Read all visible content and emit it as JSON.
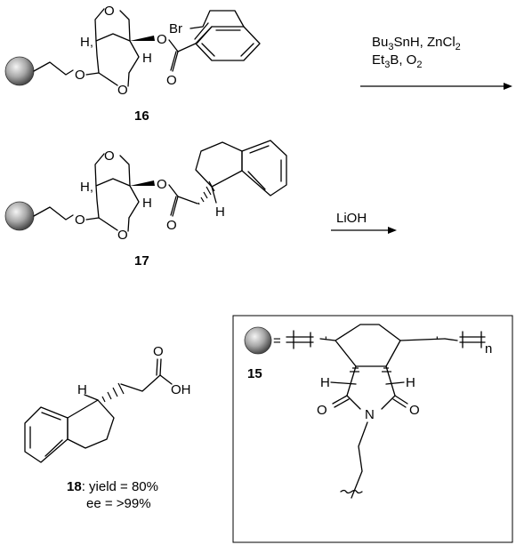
{
  "scheme": {
    "compound_16": {
      "number": "16",
      "atoms": {
        "br": "Br",
        "o_ring_top": "O",
        "o_ring_bottom": "O",
        "o_ether": "O",
        "o_ester": "O",
        "o_carbonyl": "O",
        "h_top": "H",
        "h_bottom": "H"
      }
    },
    "step1": {
      "reagent_line1": {
        "a": "Bu",
        "a_sub": "3",
        "b": "SnH, ZnCl",
        "b_sub": "2"
      },
      "reagent_line2": {
        "a": "Et",
        "a_sub": "3",
        "b": "B, O",
        "b_sub": "2"
      }
    },
    "compound_17": {
      "number": "17",
      "atoms": {
        "o_ring_top": "O",
        "o_ring_bottom": "O",
        "o_ether": "O",
        "o_ester": "O",
        "o_carbonyl": "O",
        "h_top": "H",
        "h_bottom": "H",
        "h_stereo": "H"
      }
    },
    "step2": {
      "reagent": "LiOH"
    },
    "compound_18": {
      "atoms": {
        "h_stereo": "H",
        "o_carbonyl": "O",
        "oh": "OH"
      },
      "caption_number": "18",
      "caption_line1": ": yield = 80%",
      "caption_line2": "ee = >99%"
    },
    "legend_15": {
      "equals": "=",
      "number": "15",
      "repeat_n": "n",
      "atoms": {
        "h_left": "H",
        "h_right": "H",
        "o_left": "O",
        "n": "N",
        "o_right": "O"
      }
    }
  }
}
